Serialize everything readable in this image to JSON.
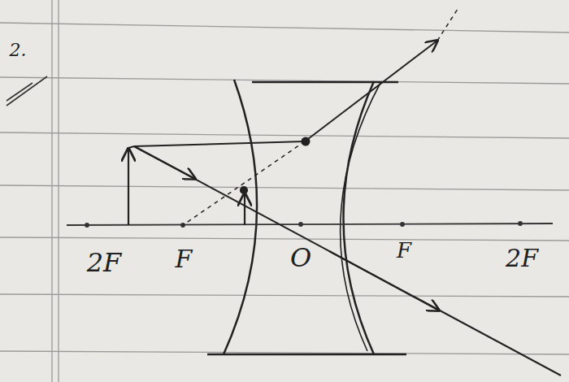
{
  "diagram": {
    "labels": [
      "2.",
      "2F",
      "F",
      "O",
      "F",
      "2F"
    ]
  }
}
